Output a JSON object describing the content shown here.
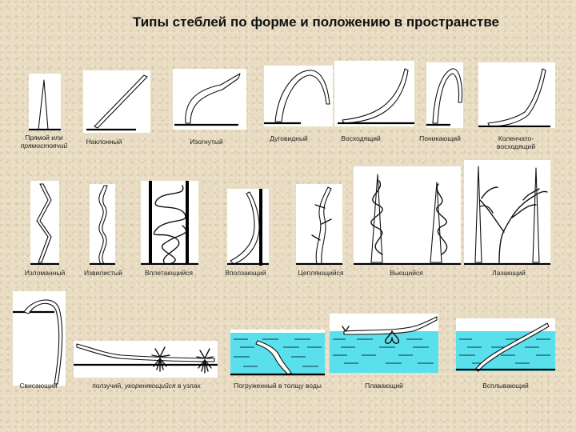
{
  "title": "Типы стеблей по форме и положению в пространстве",
  "labels": {
    "upright": "Прямой или",
    "upright_sub": "прямостоячий",
    "inclined": "Наклонный",
    "bent": "Изогнутый",
    "arched": "Дуговидный",
    "ascending": "Восходящий",
    "drooping": "Поникающий",
    "geniculate": "Коленчато-",
    "geniculate_sub": "восходящий",
    "broken": "Изломанный",
    "sinuous": "Извилистый",
    "interweaving": "Вплетающийся",
    "creeping": "Вползающий",
    "clinging": "Цепляющийся",
    "twining": "Вьющийся",
    "climbing": "Лазающий",
    "hanging": "Свисающий",
    "stolon_prefix": "ползучий,",
    "stolon_italic": "укореняющийся",
    "stolon_suffix": "в узлах",
    "submerged": "Погруженный в толщу воды",
    "floating": "Плавающий",
    "emerging": "Всплывающий"
  },
  "colors": {
    "background": "#e8dcc2",
    "panel": "#ffffff",
    "water": "#59e0ec",
    "ink": "#111111"
  }
}
